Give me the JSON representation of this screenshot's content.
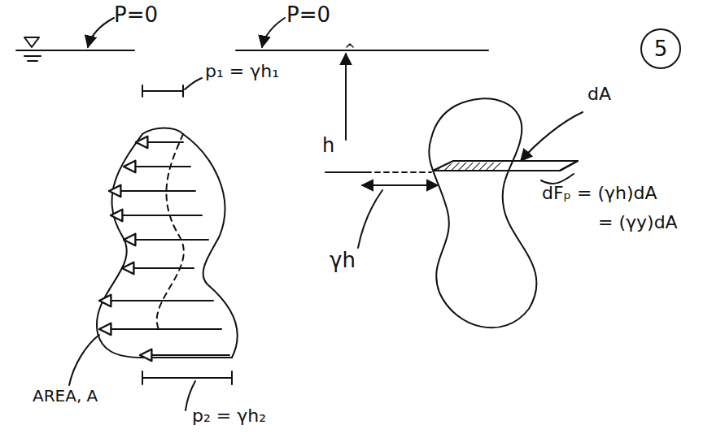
{
  "diagram": {
    "labels": [
      "P=0",
      "P=0",
      "5",
      "p₁ = γh₁",
      "dA",
      "h",
      "γh",
      "dFₚ = (γh)dA",
      "= (γy)dA",
      "AREA, A",
      "p₂ = γh₂"
    ]
  }
}
